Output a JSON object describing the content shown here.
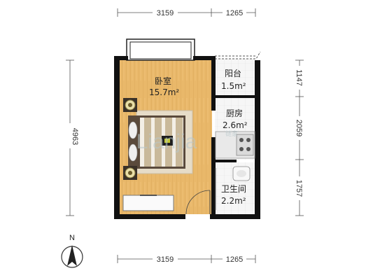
{
  "dimensions": {
    "top": [
      "3159",
      "1265"
    ],
    "bottom": [
      "3159",
      "1265"
    ],
    "left": [
      "4963"
    ],
    "right": [
      "1147",
      "2059",
      "1757"
    ]
  },
  "rooms": {
    "bedroom": {
      "name": "卧室",
      "area": "15.7m²"
    },
    "balcony": {
      "name": "阳台",
      "area": "1.5m²"
    },
    "kitchen": {
      "name": "厨房",
      "area": "2.6m²"
    },
    "bathroom": {
      "name": "卫生间",
      "area": "2.2m²"
    }
  },
  "compass": {
    "label": "N"
  },
  "watermark": {
    "text": "Lianjia",
    "small": "链家"
  },
  "colors": {
    "wall": "#111111",
    "wood_floor": "#E9B86A",
    "tile_floor": "#F4F4F4",
    "rug": "#E6DCC8",
    "bed_frame": "#5A4A3C"
  }
}
